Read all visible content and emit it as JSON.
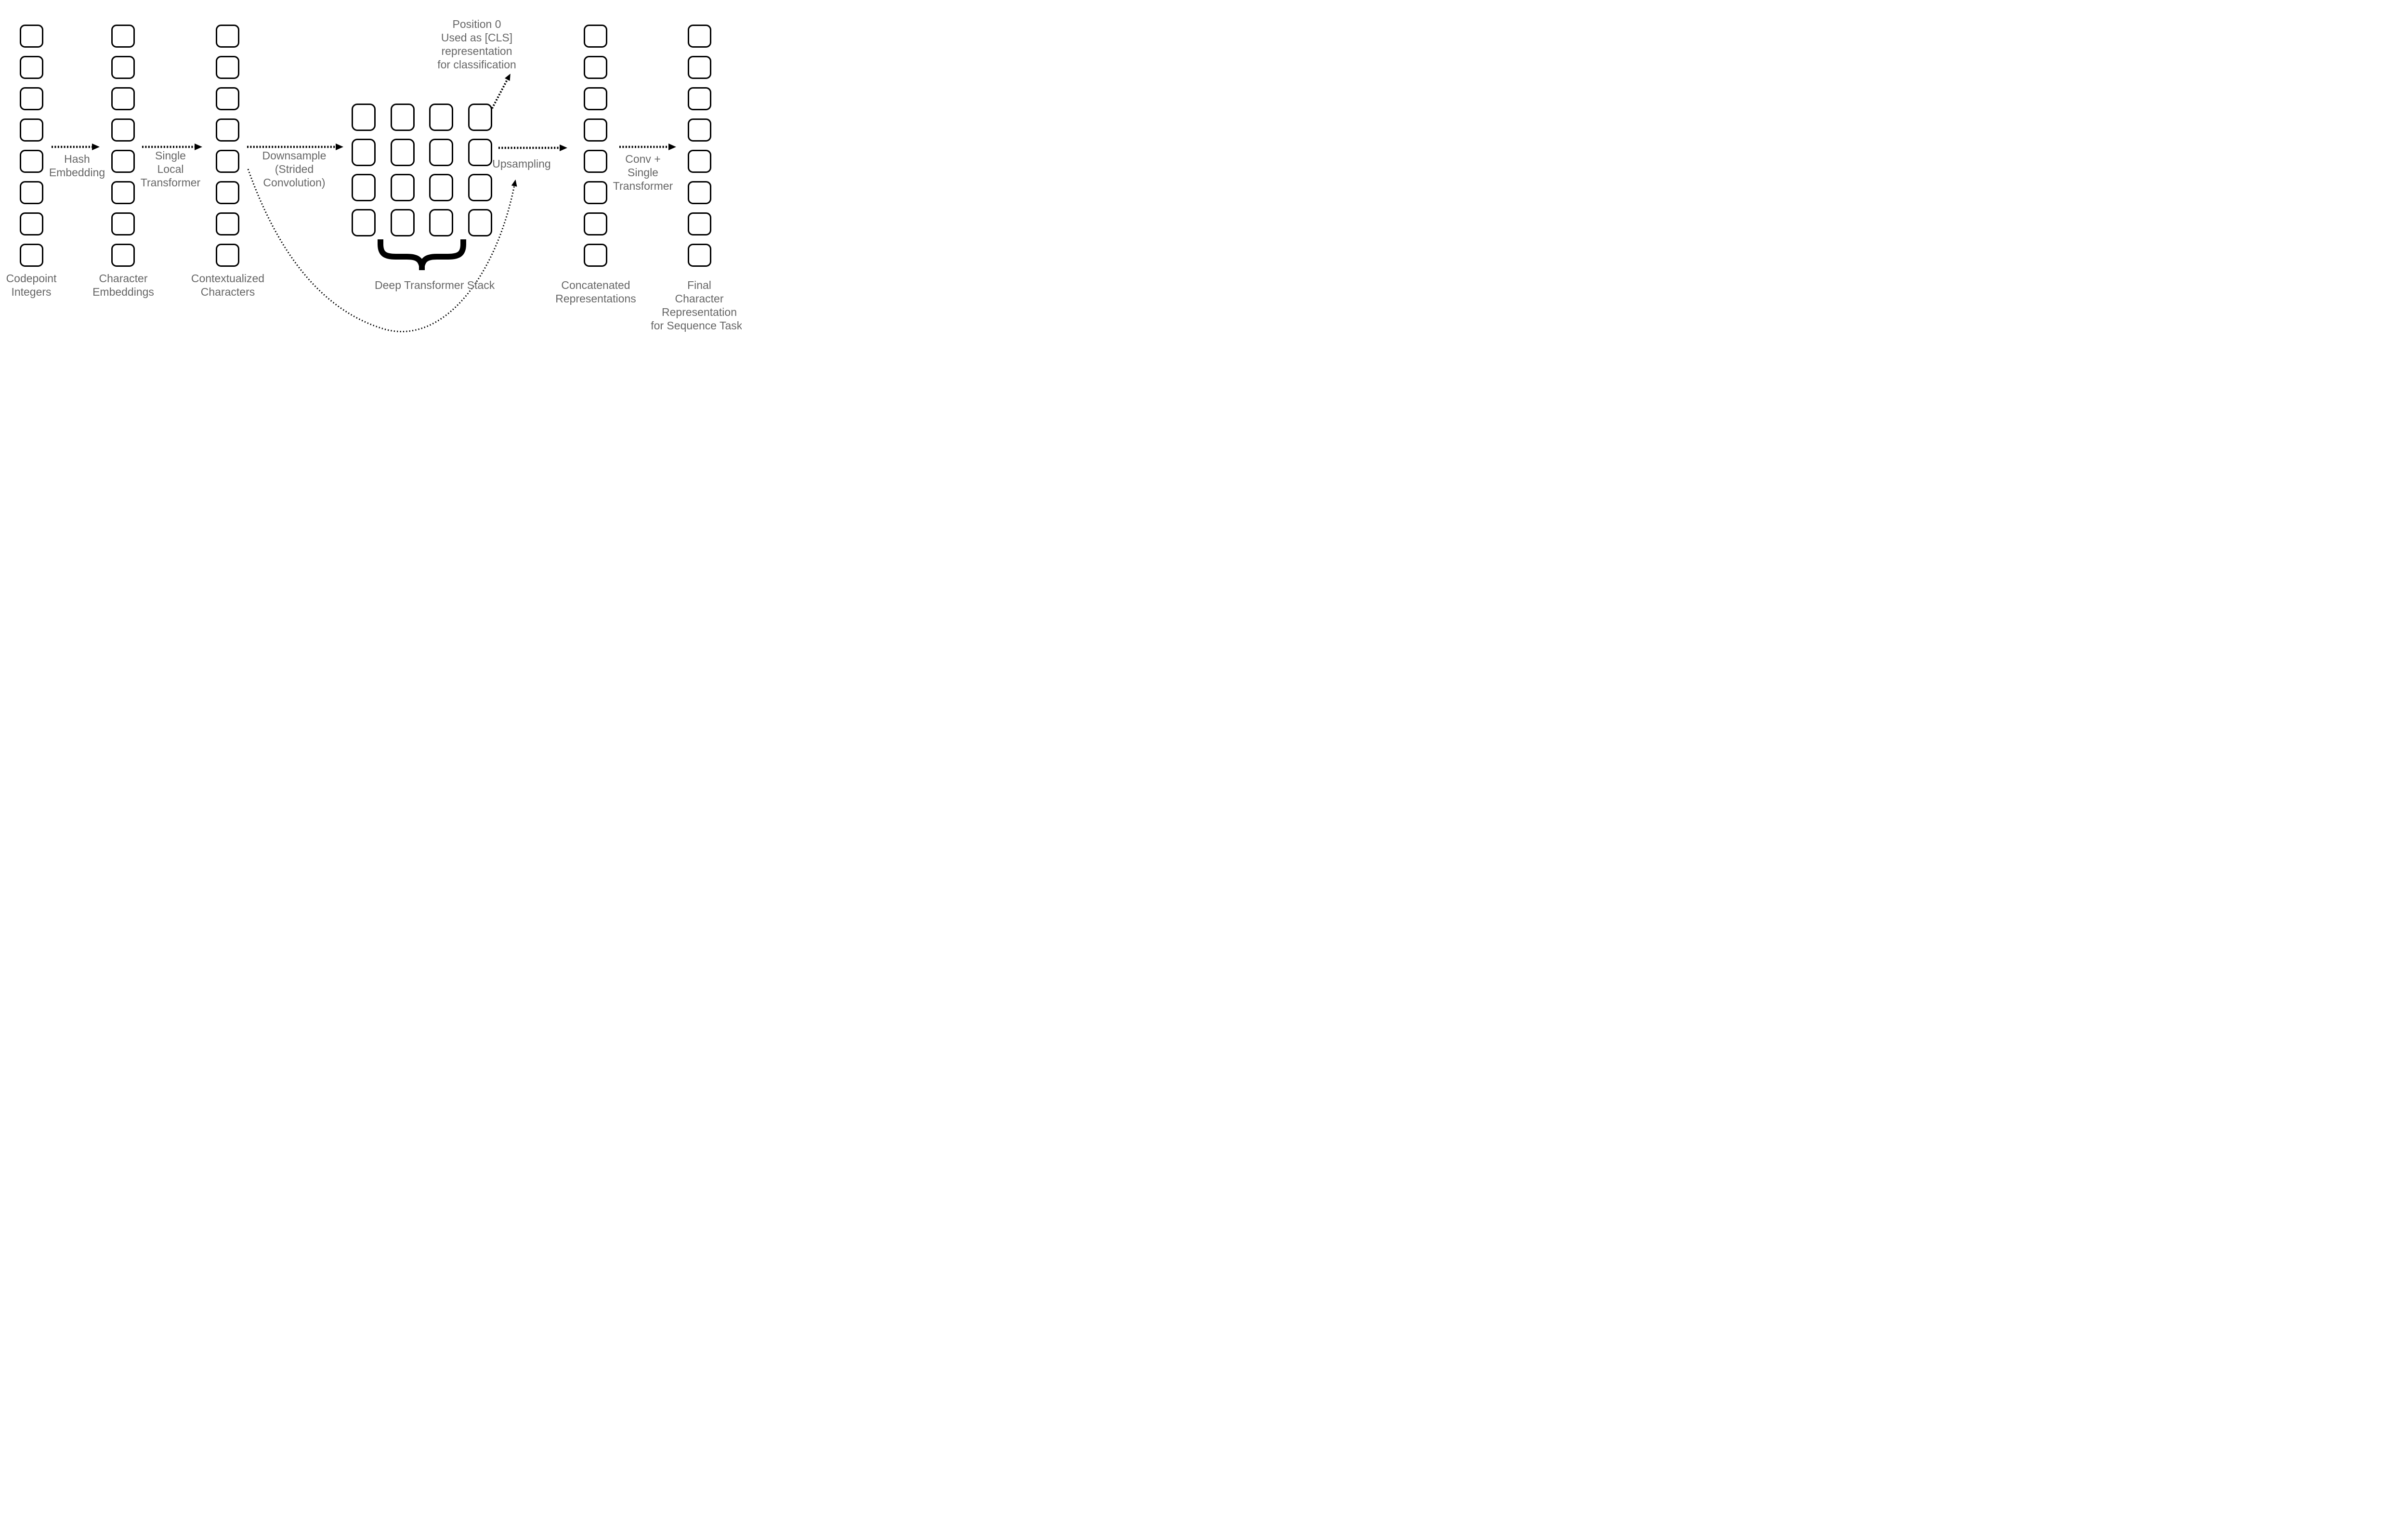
{
  "theme": {
    "background": "#ffffff",
    "line_color": "#000000",
    "text_color": "#666666"
  },
  "columns": [
    {
      "id": "codepoint-integers",
      "box_count": 8,
      "label_lines": [
        "Codepoint",
        "Integers"
      ]
    },
    {
      "id": "character-embeddings",
      "box_count": 8,
      "label_lines": [
        "Character",
        "Embeddings"
      ]
    },
    {
      "id": "contextualized-characters",
      "box_count": 8,
      "label_lines": [
        "Contextualized",
        "Characters"
      ]
    },
    {
      "id": "concatenated-representations",
      "box_count": 8,
      "label_lines": [
        "Concatenated",
        "Representations"
      ]
    },
    {
      "id": "final-character-representation",
      "box_count": 8,
      "label_lines": [
        "Final",
        "Character",
        "Representation",
        "for Sequence Tasks"
      ]
    }
  ],
  "grid": {
    "rows": 4,
    "cols": 4,
    "box_count": 16,
    "label": "Deep Transformer Stack"
  },
  "arrows": [
    {
      "id": "hash-embedding",
      "label_lines": [
        "Hash",
        "Embedding"
      ]
    },
    {
      "id": "single-local-transformer",
      "label_lines": [
        "Single",
        "Local",
        "Transformer"
      ]
    },
    {
      "id": "downsample",
      "label_lines": [
        "Downsample",
        "(Strided",
        "Convolution)"
      ]
    },
    {
      "id": "upsampling",
      "label_lines": [
        "Upsampling"
      ]
    },
    {
      "id": "conv-single-transformer",
      "label_lines": [
        "Conv +",
        "Single",
        "Transformer"
      ]
    }
  ],
  "cls_note": {
    "lines": [
      "Position 0",
      "Used as [CLS]",
      "representation",
      "for classification"
    ]
  }
}
